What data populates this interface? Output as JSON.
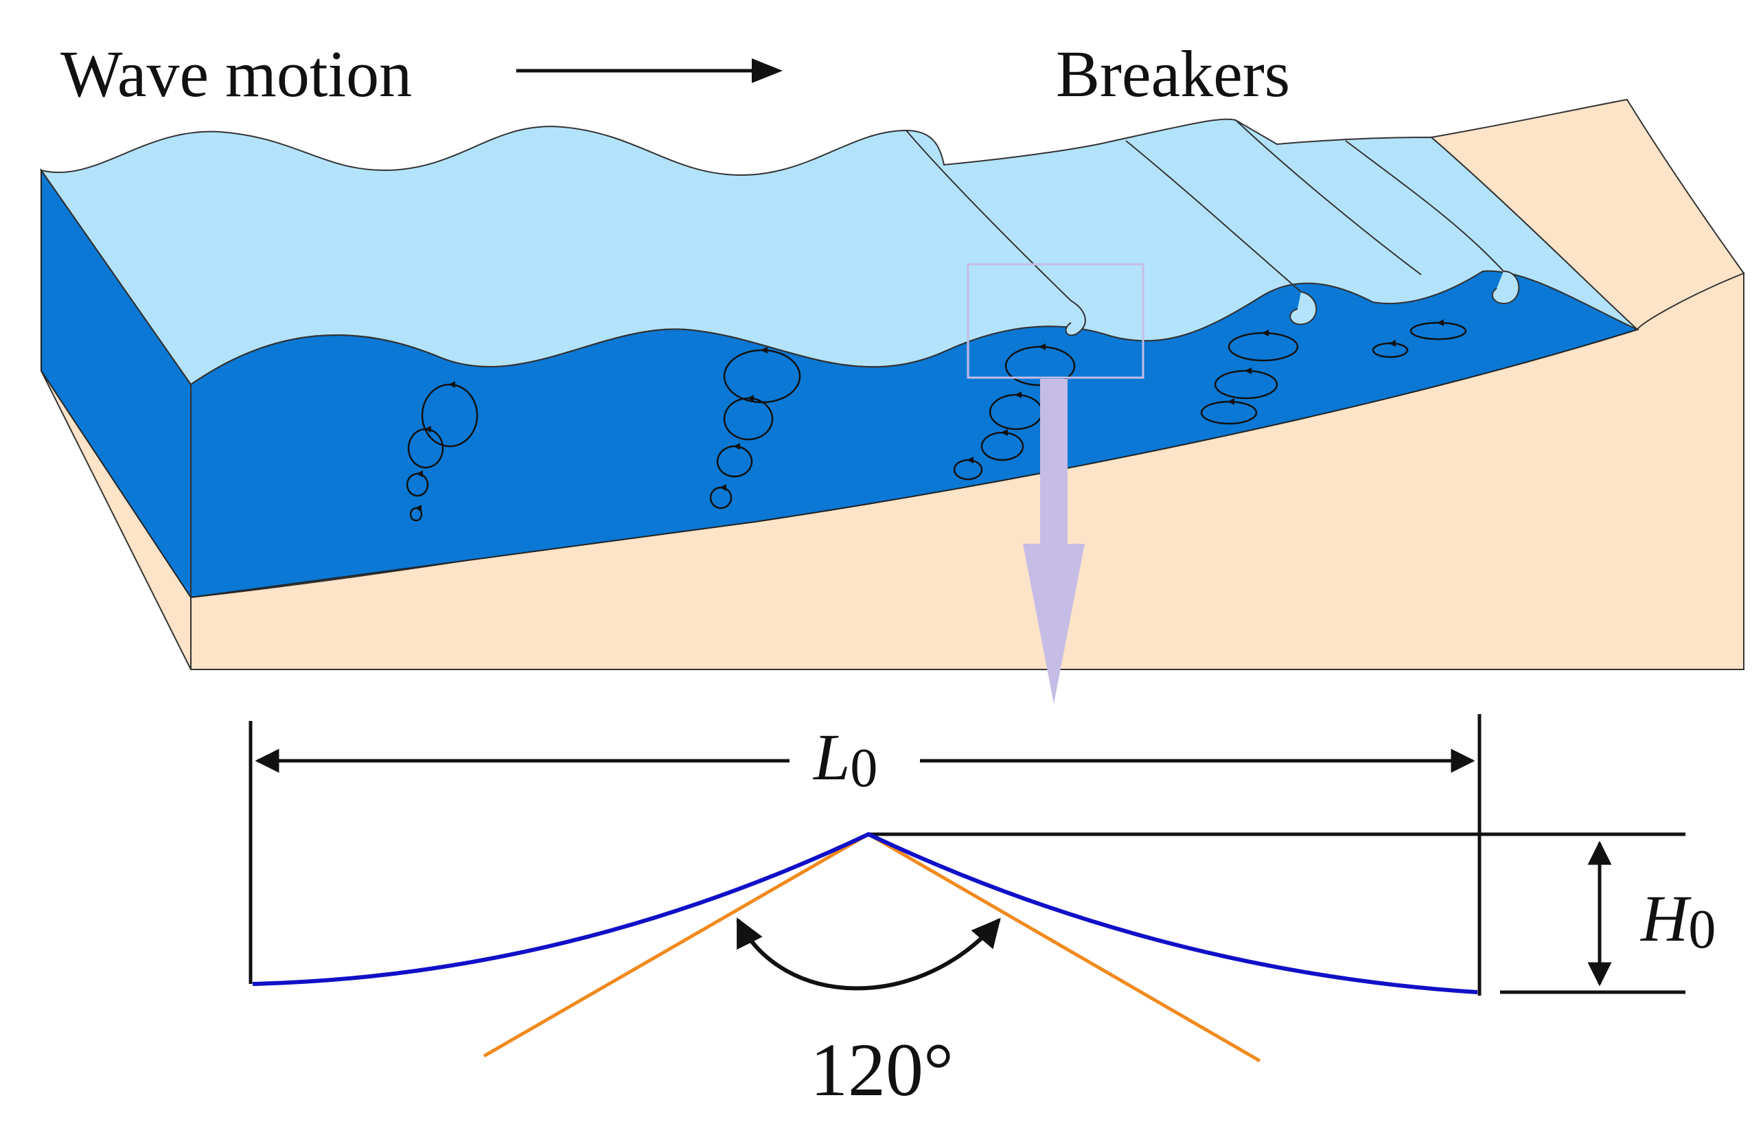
{
  "labels": {
    "wave_motion": "Wave motion",
    "breakers": "Breakers",
    "wavelength_symbol": "L",
    "wavelength_subscript": "0",
    "height_symbol": "H",
    "height_subscript": "0",
    "angle": "120°"
  },
  "colors": {
    "water_surface": "#b3e3fa",
    "water_deep": "#0a78d4",
    "sand": "#fde3c8",
    "crest_profile": "#1010c8",
    "tangent_lines": "#f08a1e",
    "zoom_arrow": "#c6bde6",
    "ink": "#111111"
  },
  "icons": {
    "orbital_motion": "circular-arrow-icon",
    "direction": "right-arrow-icon",
    "dimension": "double-headed-arrow-icon"
  }
}
